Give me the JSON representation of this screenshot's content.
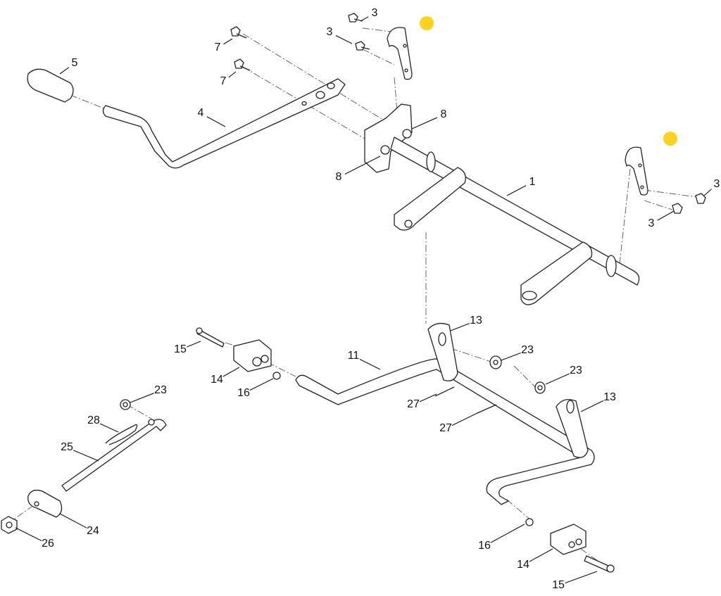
{
  "diagram": {
    "type": "exploded parts diagram",
    "highlight_color": "#FFD21F",
    "callouts": [
      "3",
      "3",
      "7",
      "7",
      "5",
      "4",
      "8",
      "8",
      "1",
      "3",
      "3",
      "13",
      "23",
      "15",
      "11",
      "14",
      "16",
      "23",
      "23",
      "27",
      "13",
      "28",
      "27",
      "25",
      "24",
      "26",
      "16",
      "14",
      "15"
    ]
  }
}
